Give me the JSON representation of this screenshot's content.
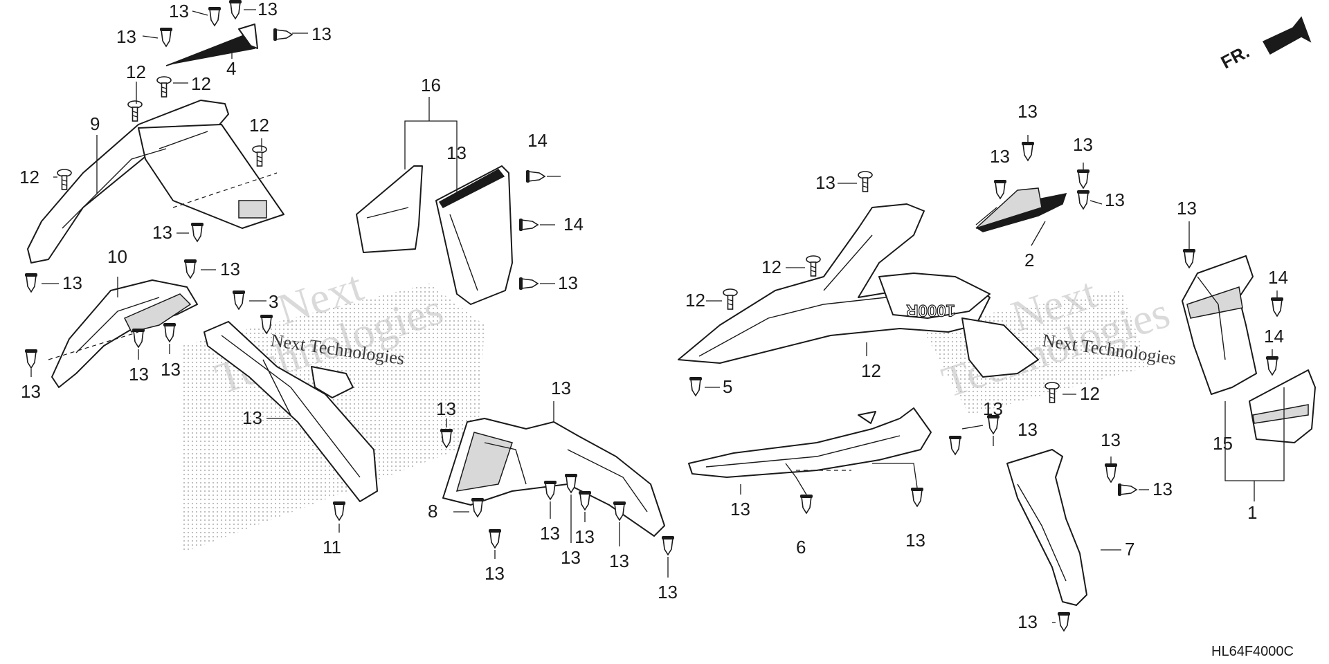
{
  "diagram": {
    "drawing_code": "HL64F4000C",
    "front_indicator": "FR.",
    "embossed_model_text": "1000R",
    "watermarks": [
      "Next",
      "Technologies",
      "Next Technologies"
    ],
    "callouts": [
      {
        "id": "c-13-a",
        "label": "13"
      },
      {
        "id": "c-13-b",
        "label": "13"
      },
      {
        "id": "c-13-c",
        "label": "13"
      },
      {
        "id": "c-13-d",
        "label": "13"
      },
      {
        "id": "c-4",
        "label": "4"
      },
      {
        "id": "c-12-a",
        "label": "12"
      },
      {
        "id": "c-12-b",
        "label": "12"
      },
      {
        "id": "c-9",
        "label": "9"
      },
      {
        "id": "c-12-c",
        "label": "12"
      },
      {
        "id": "c-12-d",
        "label": "12"
      },
      {
        "id": "c-13-e",
        "label": "13"
      },
      {
        "id": "c-13-f",
        "label": "13"
      },
      {
        "id": "c-10",
        "label": "10"
      },
      {
        "id": "c-13-g",
        "label": "13"
      },
      {
        "id": "c-13-h",
        "label": "13"
      },
      {
        "id": "c-13-i",
        "label": "13"
      },
      {
        "id": "c-13-j",
        "label": "13"
      },
      {
        "id": "c-3",
        "label": "3"
      },
      {
        "id": "c-16",
        "label": "16"
      },
      {
        "id": "c-13-k",
        "label": "13"
      },
      {
        "id": "c-14-a",
        "label": "14"
      },
      {
        "id": "c-14-b",
        "label": "14"
      },
      {
        "id": "c-13-l",
        "label": "13"
      },
      {
        "id": "c-13-m",
        "label": "13"
      },
      {
        "id": "c-11",
        "label": "11"
      },
      {
        "id": "c-13-n",
        "label": "13"
      },
      {
        "id": "c-13-o",
        "label": "13"
      },
      {
        "id": "c-8",
        "label": "8"
      },
      {
        "id": "c-13-p",
        "label": "13"
      },
      {
        "id": "c-13-q",
        "label": "13"
      },
      {
        "id": "c-13-r",
        "label": "13"
      },
      {
        "id": "c-13-s",
        "label": "13"
      },
      {
        "id": "c-13-t",
        "label": "13"
      },
      {
        "id": "c-13-u",
        "label": "13"
      },
      {
        "id": "c-13-v",
        "label": "13"
      },
      {
        "id": "c-12-e",
        "label": "12"
      },
      {
        "id": "c-12-f",
        "label": "12"
      },
      {
        "id": "c-12-g",
        "label": "12"
      },
      {
        "id": "c-5",
        "label": "5"
      },
      {
        "id": "c-13-w",
        "label": "13"
      },
      {
        "id": "c-6",
        "label": "6"
      },
      {
        "id": "c-13-x",
        "label": "13"
      },
      {
        "id": "c-13-y",
        "label": "13"
      },
      {
        "id": "c-13-z",
        "label": "13"
      },
      {
        "id": "c-13-aa",
        "label": "13"
      },
      {
        "id": "c-13-ab",
        "label": "13"
      },
      {
        "id": "c-13-ac",
        "label": "13"
      },
      {
        "id": "c-2",
        "label": "2"
      },
      {
        "id": "c-12-h",
        "label": "12"
      },
      {
        "id": "c-13-ad",
        "label": "13"
      },
      {
        "id": "c-13-ae",
        "label": "13"
      },
      {
        "id": "c-13-af",
        "label": "13"
      },
      {
        "id": "c-7",
        "label": "7"
      },
      {
        "id": "c-13-ag",
        "label": "13"
      },
      {
        "id": "c-13-ah",
        "label": "13"
      },
      {
        "id": "c-14-c",
        "label": "14"
      },
      {
        "id": "c-14-d",
        "label": "14"
      },
      {
        "id": "c-15",
        "label": "15"
      },
      {
        "id": "c-1",
        "label": "1"
      }
    ]
  }
}
